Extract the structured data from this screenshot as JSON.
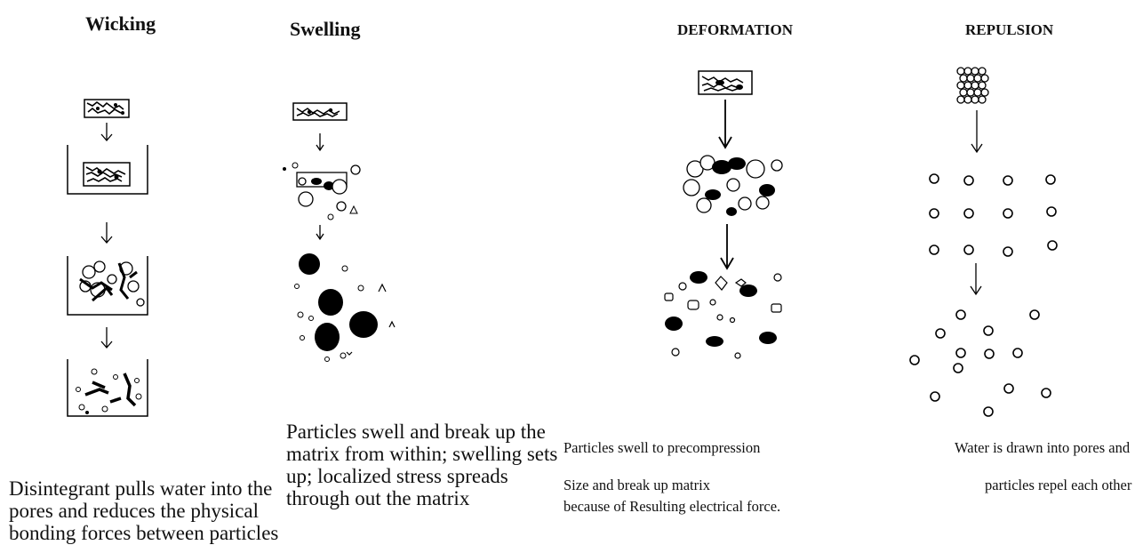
{
  "panels": [
    {
      "title": "Wicking",
      "caption": [
        "Disintegrant pulls water into the",
        "pores and reduces the physical",
        "bonding forces between particles"
      ]
    },
    {
      "title": "Swelling",
      "caption": [
        "Particles swell and break up the",
        "matrix from within; swelling sets",
        "up; localized stress spreads",
        "through out the matrix"
      ]
    },
    {
      "title": "DEFORMATION",
      "caption": [
        "Particles swell  to precompression",
        "Size and break up matrix",
        "because of Resulting electrical force."
      ]
    },
    {
      "title": "REPULSION",
      "caption": [
        "Water is drawn into pores and",
        "particles repel each other"
      ]
    }
  ]
}
